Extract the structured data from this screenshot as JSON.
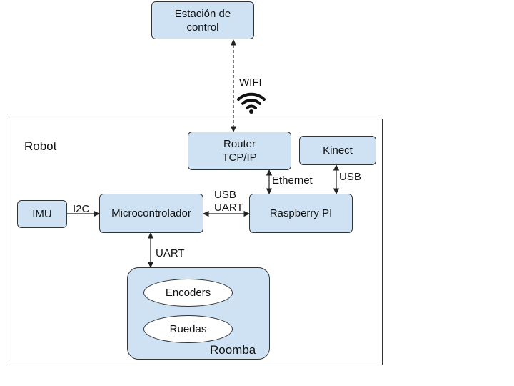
{
  "station": {
    "label": "Estación de\ncontrol"
  },
  "wifi": {
    "label": "WIFI",
    "icon": "wifi-icon"
  },
  "robot": {
    "label": "Robot"
  },
  "router": {
    "label": "Router\nTCP/IP"
  },
  "kinect": {
    "label": "Kinect"
  },
  "imu": {
    "label": "IMU"
  },
  "micro": {
    "label": "Microcontrolador"
  },
  "raspberry": {
    "label": "Raspberry PI"
  },
  "roomba": {
    "label": "Roomba",
    "encoders": "Encoders",
    "ruedas": "Ruedas"
  },
  "links": {
    "i2c": "I2C",
    "usb_uart": "USB\nUART",
    "ethernet": "Ethernet",
    "usb": "USB",
    "uart": "UART"
  },
  "colors": {
    "box_fill": "#cfe2f3",
    "stroke": "#333333"
  }
}
